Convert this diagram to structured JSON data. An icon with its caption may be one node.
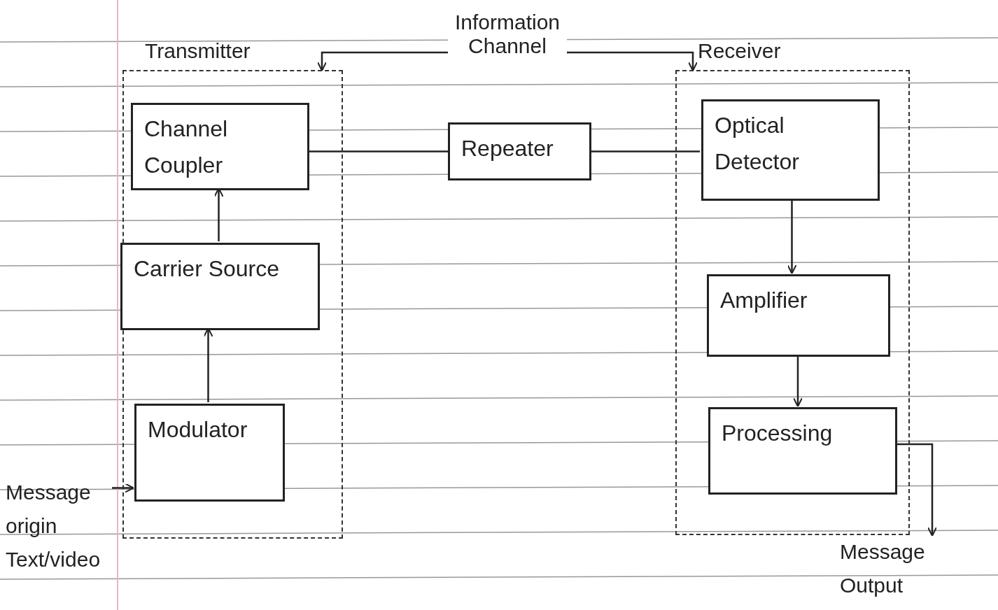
{
  "diagram": {
    "nodes": [
      {
        "text": [
          "Transmitter"
        ]
      },
      {
        "text": [
          "Channel Coupler"
        ],
        "in": 0
      },
      {
        "text": [
          "Carrier Source"
        ],
        "in": 0
      },
      {
        "text": [
          "Modulator"
        ],
        "in": 0
      },
      {
        "text": [
          "Repeater"
        ]
      },
      {
        "text": [
          "Receiver"
        ]
      },
      {
        "text": [
          "Optical Detector"
        ],
        "in": 5
      },
      {
        "text": [
          "Amplifier"
        ],
        "in": 5
      },
      {
        "text": [
          "Processing"
        ],
        "in": 5
      },
      {
        "text": [
          "Message origin Text/video"
        ]
      },
      {
        "text": [
          "Message Output"
        ]
      }
    ],
    "edges": [
      {
        "from": 3,
        "to": 2,
        "arrow": "to"
      },
      {
        "from": 2,
        "to": 1,
        "arrow": "to"
      },
      {
        "from": 1,
        "to": 4,
        "arrow": "none"
      },
      {
        "from": 4,
        "to": 6,
        "arrow": "none"
      },
      {
        "from": 6,
        "to": 7,
        "arrow": "to"
      },
      {
        "from": 7,
        "to": 8,
        "arrow": "to"
      },
      {
        "from": 9,
        "to": 3,
        "arrow": "to"
      },
      {
        "from": 8,
        "to": 10,
        "arrow": "to"
      },
      {
        "from": 0,
        "to": 5,
        "label": "Information Channel",
        "arrow": "both"
      }
    ]
  }
}
